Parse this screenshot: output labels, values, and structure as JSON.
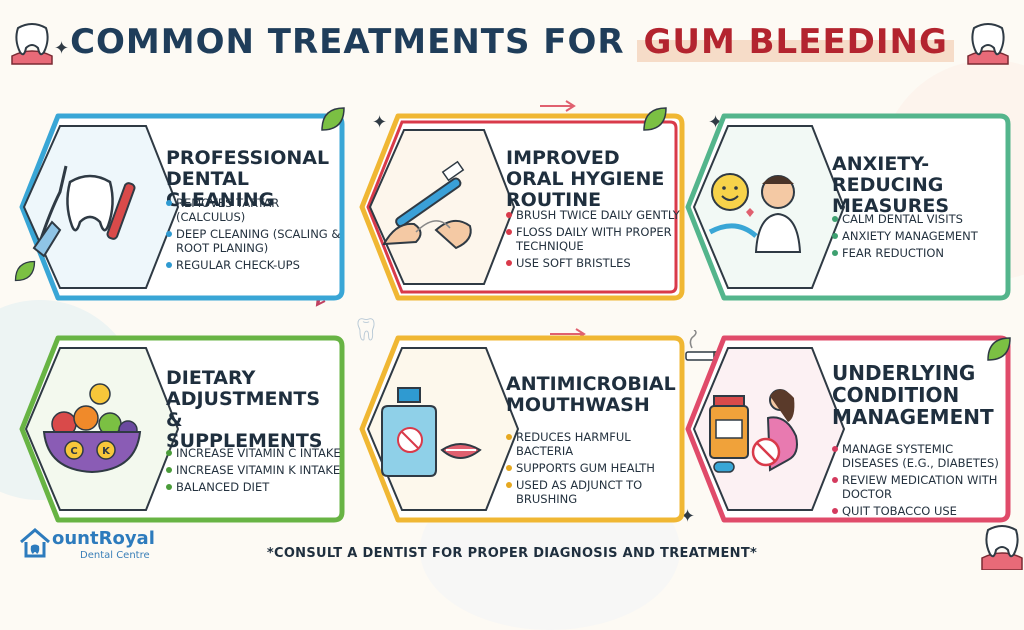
{
  "title": {
    "part1": "COMMON TREATMENTS FOR ",
    "part2": "GUM BLEEDING"
  },
  "cards": [
    {
      "title": "Professional Dental Cleaning",
      "color": "#39a6d6",
      "dot": "#2f9ad1",
      "items": [
        "Removes tartar (calculus)",
        "Deep cleaning (scaling & root planing)",
        "Regular check-ups"
      ]
    },
    {
      "title": "Improved Oral Hygiene Routine",
      "color": "#f0b733",
      "dot": "#d93a4a",
      "color2": "#d93a4a",
      "items": [
        "Brush twice daily gently",
        "Floss daily with proper technique",
        "Use soft bristles"
      ]
    },
    {
      "title": "Anxiety-Reducing Measures",
      "color": "#54b58c",
      "dot": "#3ea070",
      "items": [
        "Calm dental visits",
        "Anxiety management",
        "Fear reduction"
      ]
    },
    {
      "title": "Dietary Adjustments & Supplements",
      "color": "#68b444",
      "dot": "#4a9c3a",
      "items": [
        "Increase vitamin C intake",
        "Increase vitamin K intake",
        "Balanced diet"
      ]
    },
    {
      "title": "Antimicrobial Mouthwash",
      "color": "#f0b733",
      "dot": "#e6a820",
      "items": [
        "Reduces harmful bacteria",
        "Supports gum health",
        "Used as adjunct to brushing"
      ]
    },
    {
      "title": "Underlying Condition Management",
      "color": "#e04b6a",
      "dot": "#d43a5e",
      "items": [
        "Manage systemic diseases (e.g., diabetes)",
        "Review medication with doctor",
        "Quit tobacco use"
      ]
    }
  ],
  "vitamins": {
    "c": "C",
    "k": "K"
  },
  "footnote": "*Consult a dentist for proper diagnosis and treatment*",
  "logo": {
    "brand": "ountRoyal",
    "sub": "Dental Centre"
  }
}
